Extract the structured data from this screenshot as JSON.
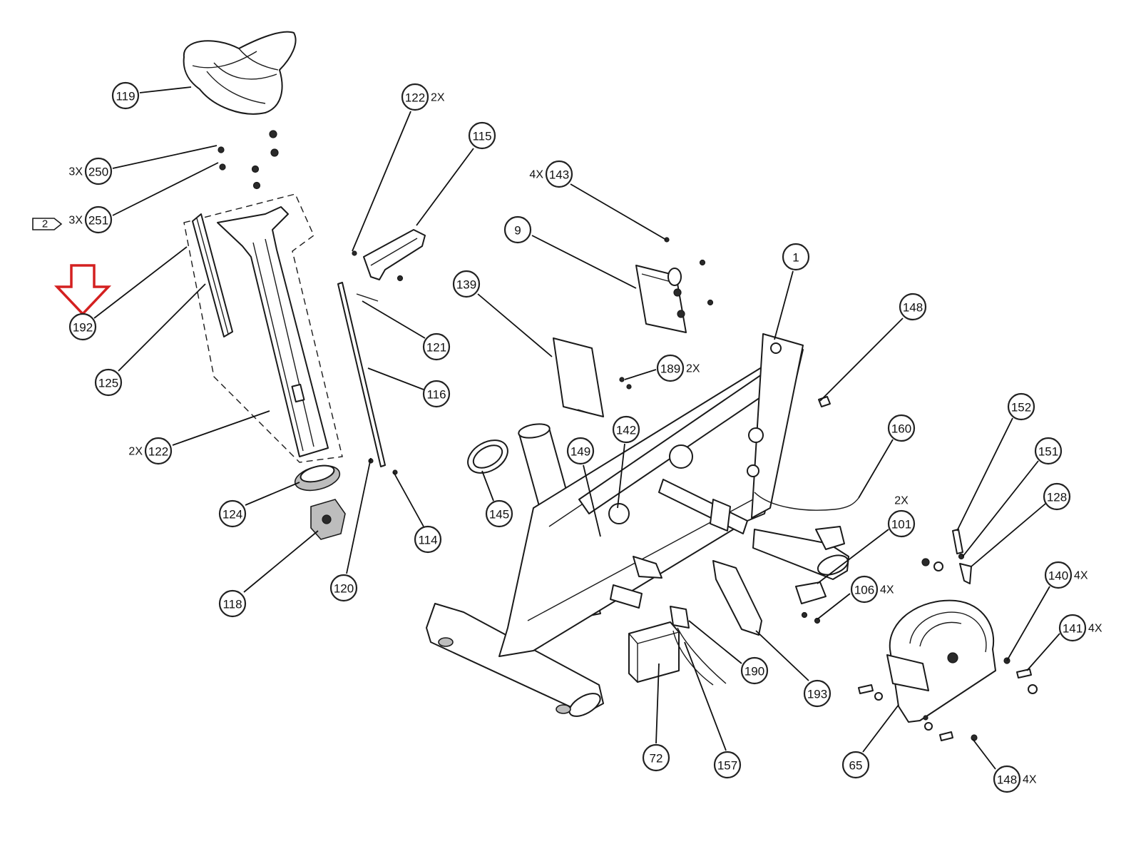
{
  "diagram": {
    "highlight": {
      "part": "192",
      "color": "#d42020"
    },
    "note_flag": {
      "label": "2"
    },
    "callouts": [
      {
        "id": "119",
        "label": "119",
        "qty": ""
      },
      {
        "id": "250",
        "label": "250",
        "qty": "3X"
      },
      {
        "id": "251",
        "label": "251",
        "qty": "3X"
      },
      {
        "id": "192",
        "label": "192",
        "qty": ""
      },
      {
        "id": "125",
        "label": "125",
        "qty": ""
      },
      {
        "id": "122b",
        "label": "122",
        "qty": "2X"
      },
      {
        "id": "124",
        "label": "124",
        "qty": ""
      },
      {
        "id": "118",
        "label": "118",
        "qty": ""
      },
      {
        "id": "122a",
        "label": "122",
        "qty": "2X"
      },
      {
        "id": "115",
        "label": "115",
        "qty": ""
      },
      {
        "id": "121",
        "label": "121",
        "qty": ""
      },
      {
        "id": "116",
        "label": "116",
        "qty": ""
      },
      {
        "id": "114",
        "label": "114",
        "qty": ""
      },
      {
        "id": "120",
        "label": "120",
        "qty": ""
      },
      {
        "id": "143",
        "label": "143",
        "qty": "4X"
      },
      {
        "id": "9",
        "label": "9",
        "qty": ""
      },
      {
        "id": "139",
        "label": "139",
        "qty": ""
      },
      {
        "id": "189",
        "label": "189",
        "qty": "2X"
      },
      {
        "id": "142",
        "label": "142",
        "qty": ""
      },
      {
        "id": "149",
        "label": "149",
        "qty": ""
      },
      {
        "id": "145",
        "label": "145",
        "qty": ""
      },
      {
        "id": "1",
        "label": "1",
        "qty": ""
      },
      {
        "id": "148a",
        "label": "148",
        "qty": ""
      },
      {
        "id": "160",
        "label": "160",
        "qty": ""
      },
      {
        "id": "152",
        "label": "152",
        "qty": ""
      },
      {
        "id": "151",
        "label": "151",
        "qty": ""
      },
      {
        "id": "128",
        "label": "128",
        "qty": ""
      },
      {
        "id": "101",
        "label": "101",
        "qty": "2X"
      },
      {
        "id": "106",
        "label": "106",
        "qty": "4X"
      },
      {
        "id": "140",
        "label": "140",
        "qty": "4X"
      },
      {
        "id": "141",
        "label": "141",
        "qty": "4X"
      },
      {
        "id": "190",
        "label": "190",
        "qty": ""
      },
      {
        "id": "193",
        "label": "193",
        "qty": ""
      },
      {
        "id": "72",
        "label": "72",
        "qty": ""
      },
      {
        "id": "157",
        "label": "157",
        "qty": ""
      },
      {
        "id": "65",
        "label": "65",
        "qty": ""
      },
      {
        "id": "148b",
        "label": "148",
        "qty": "4X"
      }
    ]
  }
}
